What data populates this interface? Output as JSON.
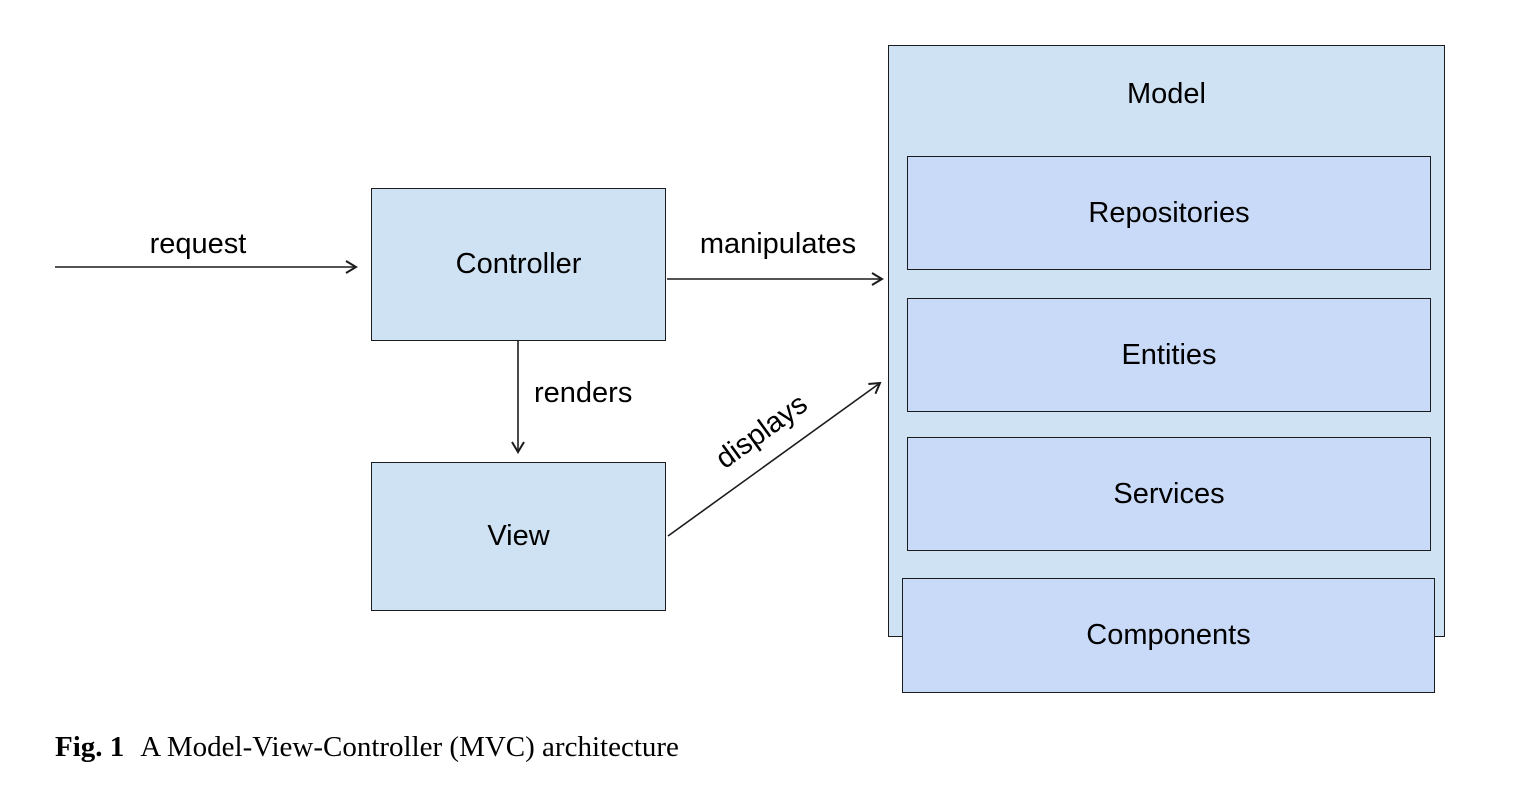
{
  "diagram": {
    "boxes": {
      "controller": {
        "label": "Controller"
      },
      "view": {
        "label": "View"
      },
      "model": {
        "label": "Model"
      },
      "repositories": {
        "label": "Repositories"
      },
      "entities": {
        "label": "Entities"
      },
      "services": {
        "label": "Services"
      },
      "components": {
        "label": "Components"
      }
    },
    "arrows": {
      "request": {
        "label": "request",
        "from": "external",
        "to": "controller"
      },
      "manipulates": {
        "label": "manipulates",
        "from": "controller",
        "to": "model"
      },
      "renders": {
        "label": "renders",
        "from": "controller",
        "to": "view"
      },
      "displays": {
        "label": "displays",
        "from": "view",
        "to": "model"
      }
    },
    "colors": {
      "outer_box_fill": "#cfe2f3",
      "inner_box_fill": "#c9daf8",
      "border": "#1c1c1c",
      "arrow": "#000000"
    }
  },
  "caption": {
    "label": "Fig. 1",
    "text": "A Model-View-Controller (MVC) architecture"
  }
}
